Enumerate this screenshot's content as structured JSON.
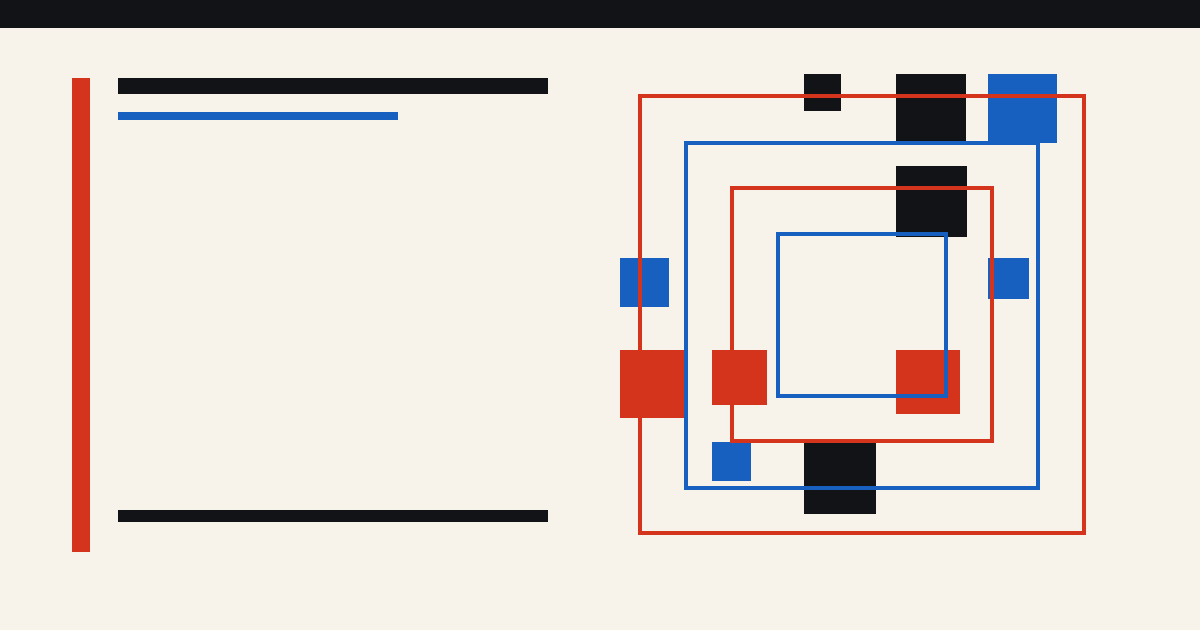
{
  "colors": {
    "background": "#f7f2ea",
    "ink": "#121316",
    "red": "#d4341c",
    "blue": "#1760c0"
  },
  "composition": {
    "style": "geometric abstract",
    "text_present": false,
    "elements": [
      "top-bar",
      "accent-rule",
      "title-bar",
      "subtitle-bar",
      "footer-bar",
      "nested-squares",
      "color-blocks"
    ],
    "frames": [
      {
        "name": "outer-red-frame",
        "color": "red"
      },
      {
        "name": "outer-blue-frame",
        "color": "blue"
      },
      {
        "name": "inner-red-frame",
        "color": "red"
      },
      {
        "name": "inner-blue-frame",
        "color": "blue"
      }
    ]
  }
}
